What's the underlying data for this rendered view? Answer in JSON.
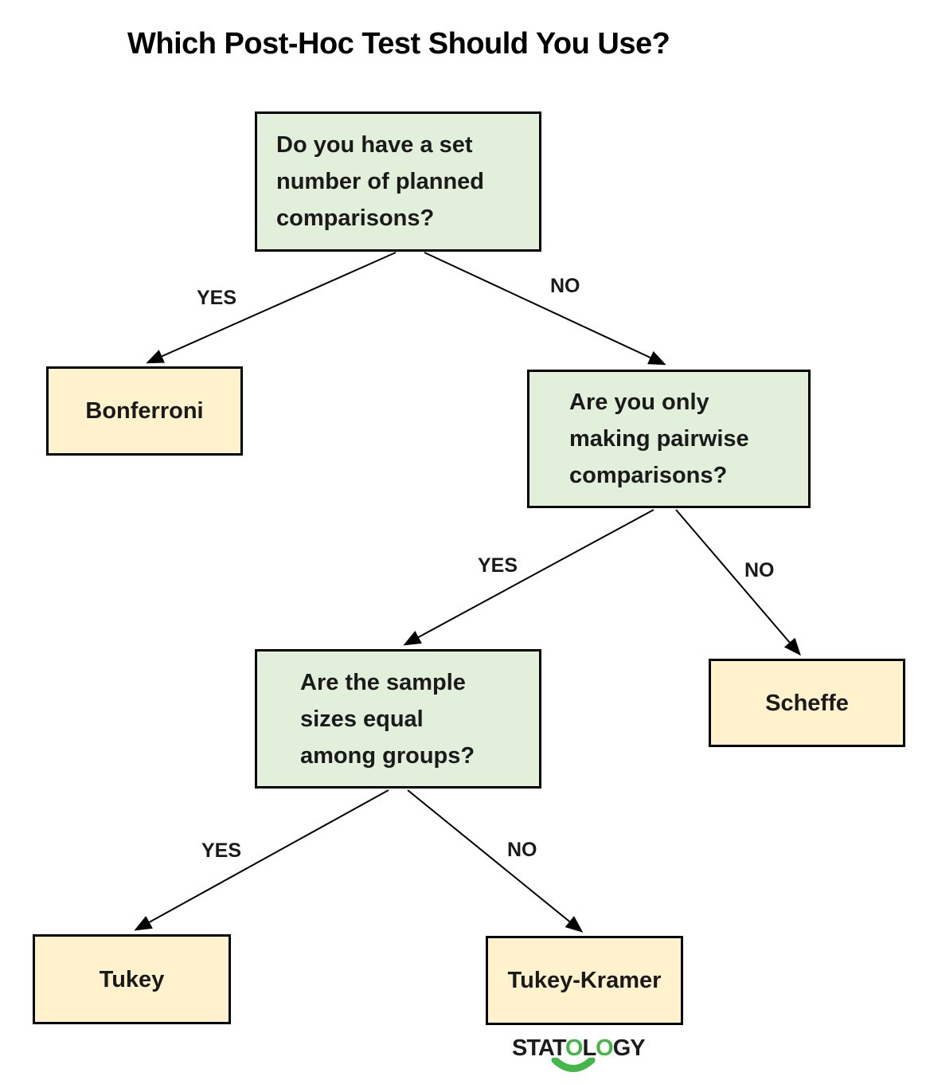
{
  "title": "Which Post-Hoc Test Should You Use?",
  "colors": {
    "question_fill": "#E2EFDA",
    "answer_fill": "#FFF2CC",
    "border": "#000000",
    "logo_green": "#45b649",
    "text": "#1a1a1a"
  },
  "nodes": {
    "q1": {
      "type": "question",
      "lines": [
        "Do you have a set",
        "number of planned",
        "comparisons?"
      ]
    },
    "q2": {
      "type": "question",
      "lines": [
        "Are you only",
        "making pairwise",
        "comparisons?"
      ]
    },
    "q3": {
      "type": "question",
      "lines": [
        "Are the sample",
        "sizes equal",
        "among groups?"
      ]
    },
    "bonferroni": {
      "type": "answer",
      "label": "Bonferroni"
    },
    "scheffe": {
      "type": "answer",
      "label": "Scheffe"
    },
    "tukey": {
      "type": "answer",
      "label": "Tukey"
    },
    "tukeykramer": {
      "type": "answer",
      "label": "Tukey-Kramer"
    }
  },
  "edges": [
    {
      "from": "q1",
      "to": "bonferroni",
      "label": "YES"
    },
    {
      "from": "q1",
      "to": "q2",
      "label": "NO"
    },
    {
      "from": "q2",
      "to": "q3",
      "label": "YES"
    },
    {
      "from": "q2",
      "to": "scheffe",
      "label": "NO"
    },
    {
      "from": "q3",
      "to": "tukey",
      "label": "YES"
    },
    {
      "from": "q3",
      "to": "tukeykramer",
      "label": "NO"
    }
  ],
  "logo": {
    "segments": [
      {
        "text": "STAT",
        "color": "dark"
      },
      {
        "text": "O",
        "color": "green"
      },
      {
        "text": "L",
        "color": "dark"
      },
      {
        "text": "O",
        "color": "green"
      },
      {
        "text": "GY",
        "color": "dark"
      }
    ]
  }
}
